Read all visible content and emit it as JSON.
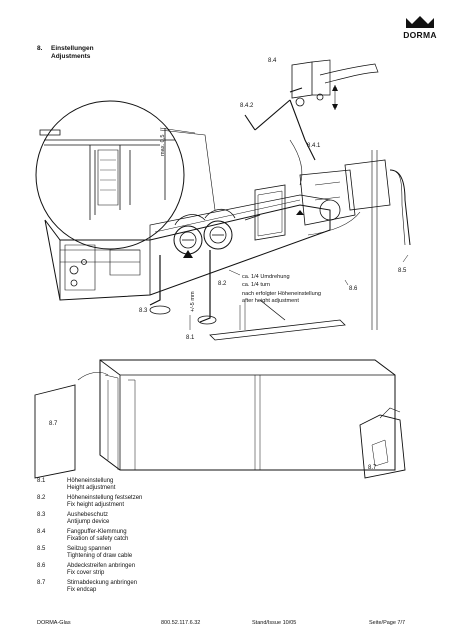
{
  "brand": "DORMA",
  "section": {
    "number": "8.",
    "title_de": "Einstellungen",
    "title_en": "Adjustments"
  },
  "callouts": {
    "c84": "8.4",
    "c842": "8.4.2",
    "c841": "8.4.1",
    "c85": "8.5",
    "c86": "8.6",
    "c83": "8.3",
    "c82": "8.2",
    "c81": "8.1",
    "c87_left": "8.7",
    "c87_right": "8.7"
  },
  "dims": {
    "max": "max. 0,5",
    "plusminus": "+/-5 mm"
  },
  "notes": {
    "turn_de": "ca. 1/4 Umdrehung",
    "turn_en": "ca. 1/4 turn",
    "after_de": "nach erfolgter Höheneinstellung",
    "after_en": "after height adjustment"
  },
  "legend": [
    {
      "num": "8.1",
      "de": "Höheneinstellung",
      "en": "Height adjustment"
    },
    {
      "num": "8.2",
      "de": "Höheneinstellung festsetzen",
      "en": "Fix height adjustment"
    },
    {
      "num": "8.3",
      "de": "Aushebeschutz",
      "en": "Antijump device"
    },
    {
      "num": "8.4",
      "de": "Fangpuffer-Klemmung",
      "en": "Fixation of safety catch"
    },
    {
      "num": "8.5",
      "de": "Seilzug spannen",
      "en": "Tightening of draw cable"
    },
    {
      "num": "8.6",
      "de": "Abdeckstreifen anbringen",
      "en": "Fix cover strip"
    },
    {
      "num": "8.7",
      "de": "Stirnabdeckung anbringen",
      "en": "Fix endcap"
    }
  ],
  "footer": {
    "left": "DORMA-Glas",
    "code": "800.52.117.6.32",
    "issue": "Stand/Issue 10/05",
    "page": "Seite/Page 7/7"
  }
}
